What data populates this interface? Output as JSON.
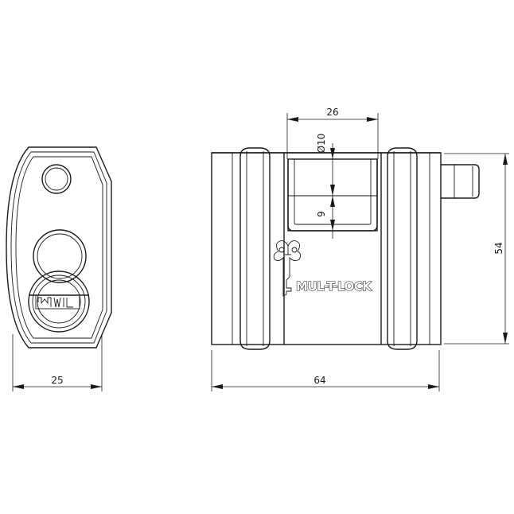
{
  "drawing": {
    "dimensions": {
      "side_width": "25",
      "body_width": "64",
      "body_height": "54",
      "shackle_span": "26",
      "shackle_diameter": "Ø10",
      "shackle_clearance": "9"
    },
    "brand_text": "MUL-T-LOCK"
  }
}
